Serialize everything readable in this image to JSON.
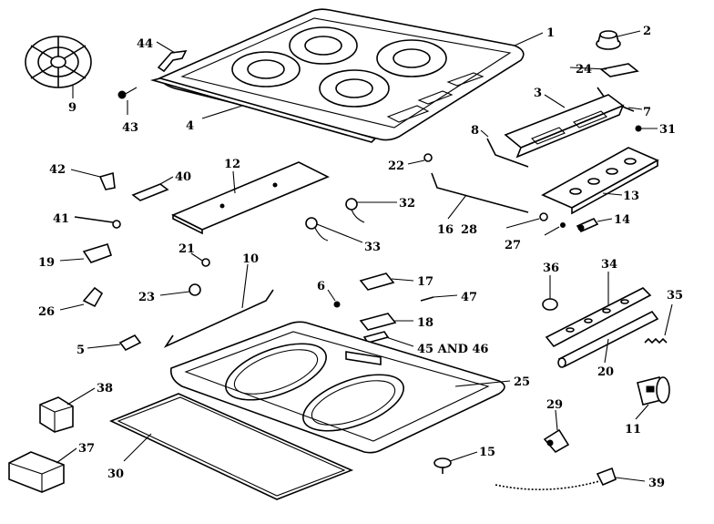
{
  "labels": {
    "p1": "1",
    "p2": "2",
    "p3": "3",
    "p4": "4",
    "p5": "5",
    "p6": "6",
    "p7": "7",
    "p8": "8",
    "p9": "9",
    "p10": "10",
    "p11": "11",
    "p12": "12",
    "p13": "13",
    "p14": "14",
    "p15": "15",
    "p16": "16",
    "p17": "17",
    "p18": "18",
    "p19": "19",
    "p20": "20",
    "p21": "21",
    "p22": "22",
    "p23": "23",
    "p24": "24",
    "p25": "25",
    "p26": "26",
    "p27": "27",
    "p28": "28",
    "p29": "29",
    "p30": "30",
    "p31": "31",
    "p32": "32",
    "p33": "33",
    "p34": "34",
    "p35": "35",
    "p36": "36",
    "p37": "37",
    "p38": "38",
    "p39": "39",
    "p40": "40",
    "p41": "41",
    "p42": "42",
    "p43": "43",
    "p44": "44",
    "p45_46": "45 AND 46",
    "p47": "47"
  }
}
